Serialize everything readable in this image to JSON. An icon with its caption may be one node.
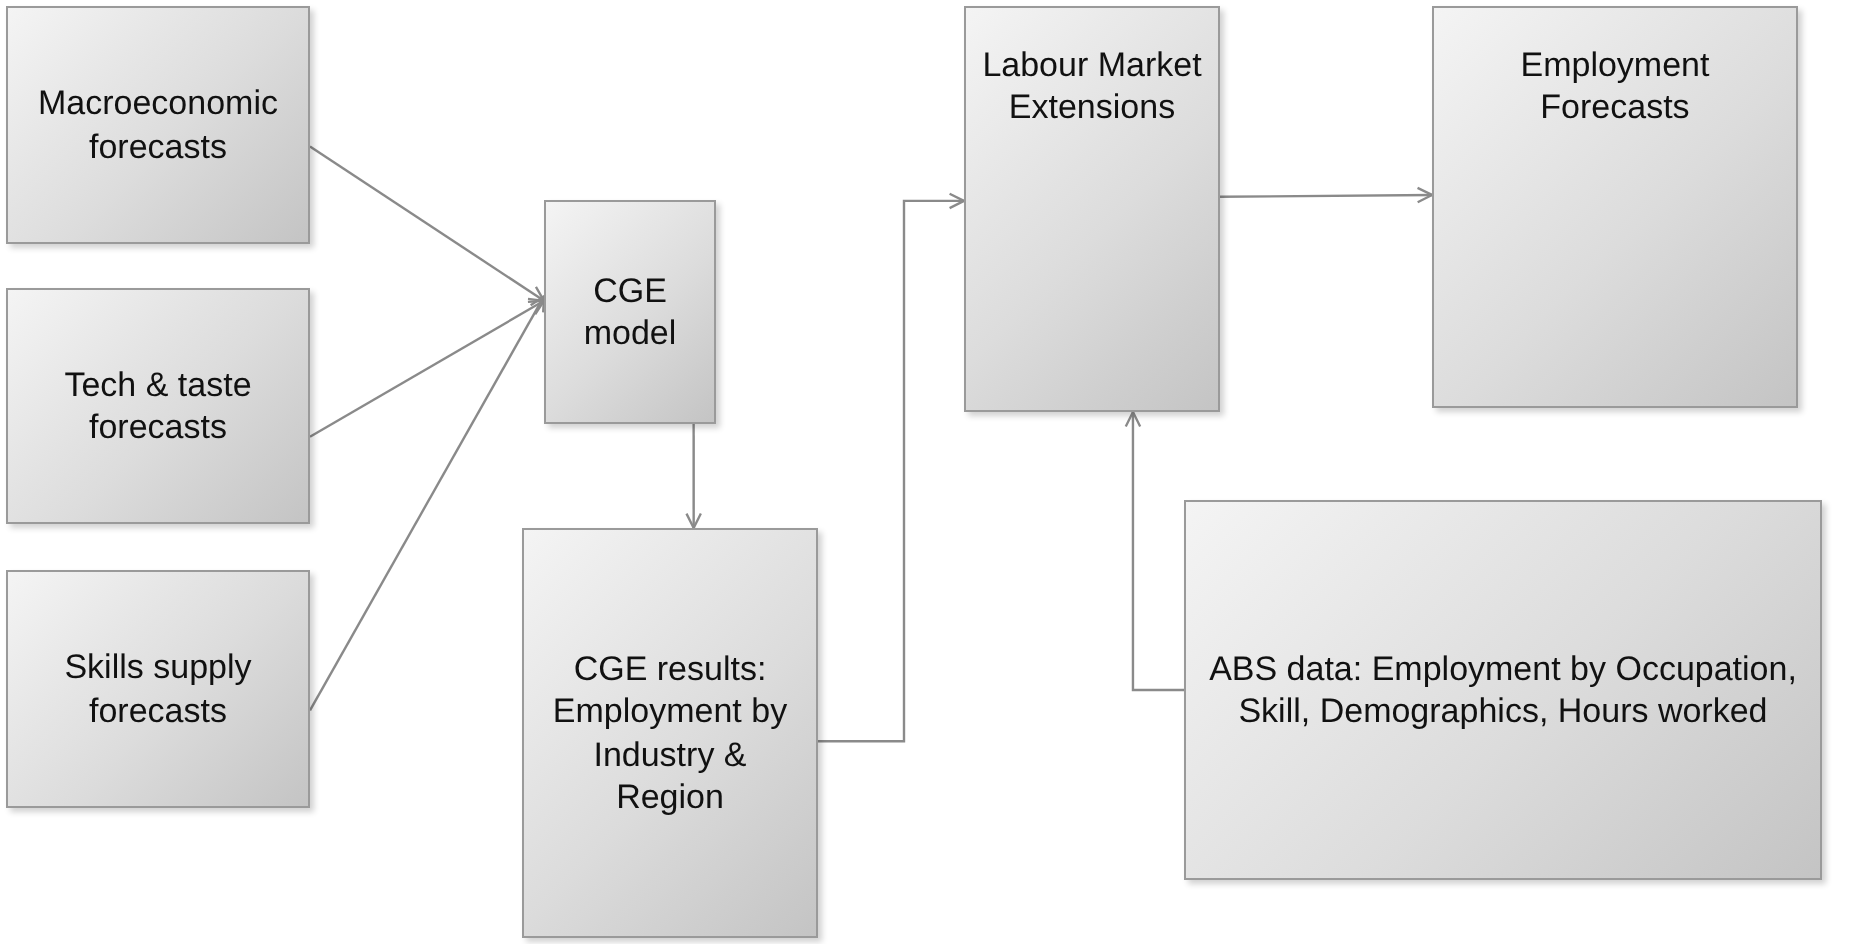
{
  "diagram": {
    "nodes": [
      {
        "text": [
          "Macroeconomic forecasts"
        ]
      },
      {
        "text": [
          "Tech & taste forecasts"
        ]
      },
      {
        "text": [
          "Skills supply forecasts"
        ]
      },
      {
        "text": [
          "CGE model"
        ]
      },
      {
        "text": [
          "CGE results: Employment by Industry & Region"
        ]
      },
      {
        "text": [
          "Labour Market Extensions"
        ]
      },
      {
        "text": [
          "Employment Forecasts"
        ]
      },
      {
        "text": [
          "ABS data: Employment by Occupation, Skill, Demographics, Hours worked"
        ]
      }
    ],
    "edges": [
      {
        "from": 0,
        "to": 3,
        "arrow": "to"
      },
      {
        "from": 1,
        "to": 3,
        "arrow": "to"
      },
      {
        "from": 2,
        "to": 3,
        "arrow": "to"
      },
      {
        "from": 3,
        "to": 4,
        "arrow": "to"
      },
      {
        "from": 4,
        "to": 5,
        "arrow": "to"
      },
      {
        "from": 5,
        "to": 6,
        "arrow": "to"
      },
      {
        "from": 7,
        "to": 5,
        "arrow": "to"
      }
    ]
  }
}
